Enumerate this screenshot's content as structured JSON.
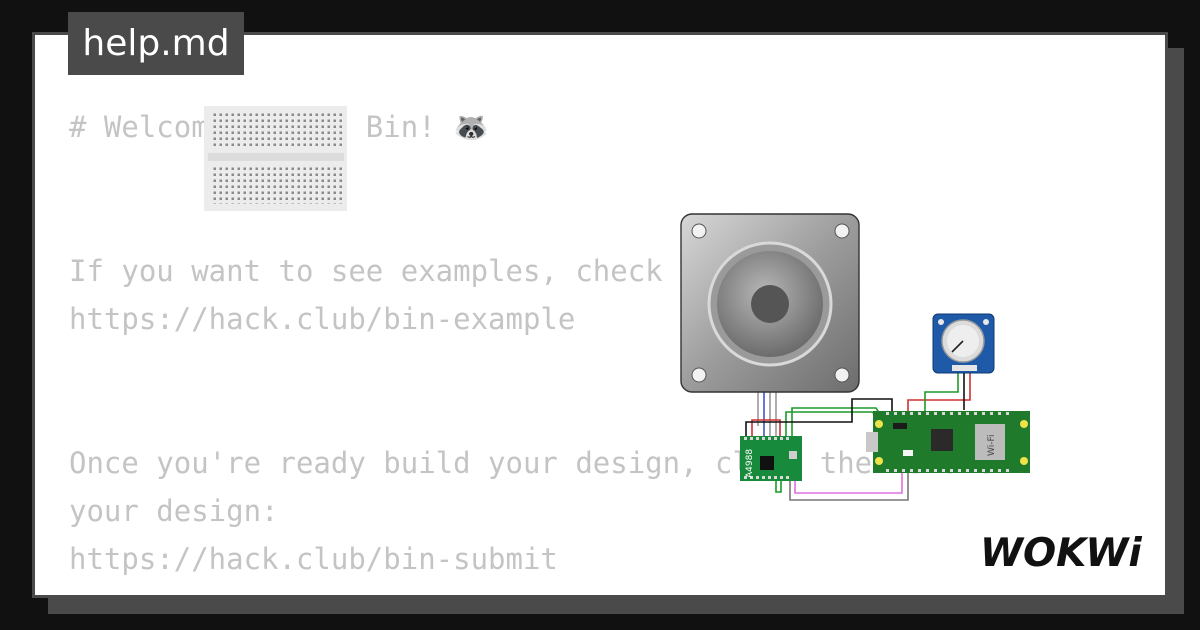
{
  "tab": {
    "filename": "help.md"
  },
  "markdown": {
    "lines": [
      "# Welcome to the Bin! 🦝",
      "If you want to see examples, check out",
      "https://hack.club/bin-example",
      "Once you're ready build your design, click the \"Share\"",
      "your design:",
      "https://hack.club/bin-submit"
    ]
  },
  "circuit": {
    "parts": [
      "breadboard-mini",
      "stepper-motor",
      "a4988-driver",
      "raspberry-pi-pico-w",
      "potentiometer"
    ],
    "driver_label": "A4988",
    "pico_label": "Wi-Fi"
  },
  "brand": {
    "logo_text": "WOKWi"
  },
  "colors": {
    "background": "#111111",
    "card": "#ffffff",
    "frame": "#4a4a4a",
    "text": "#c4c4c4",
    "pcb_green": "#1f7a2c",
    "pot_blue": "#1e5aa8"
  }
}
